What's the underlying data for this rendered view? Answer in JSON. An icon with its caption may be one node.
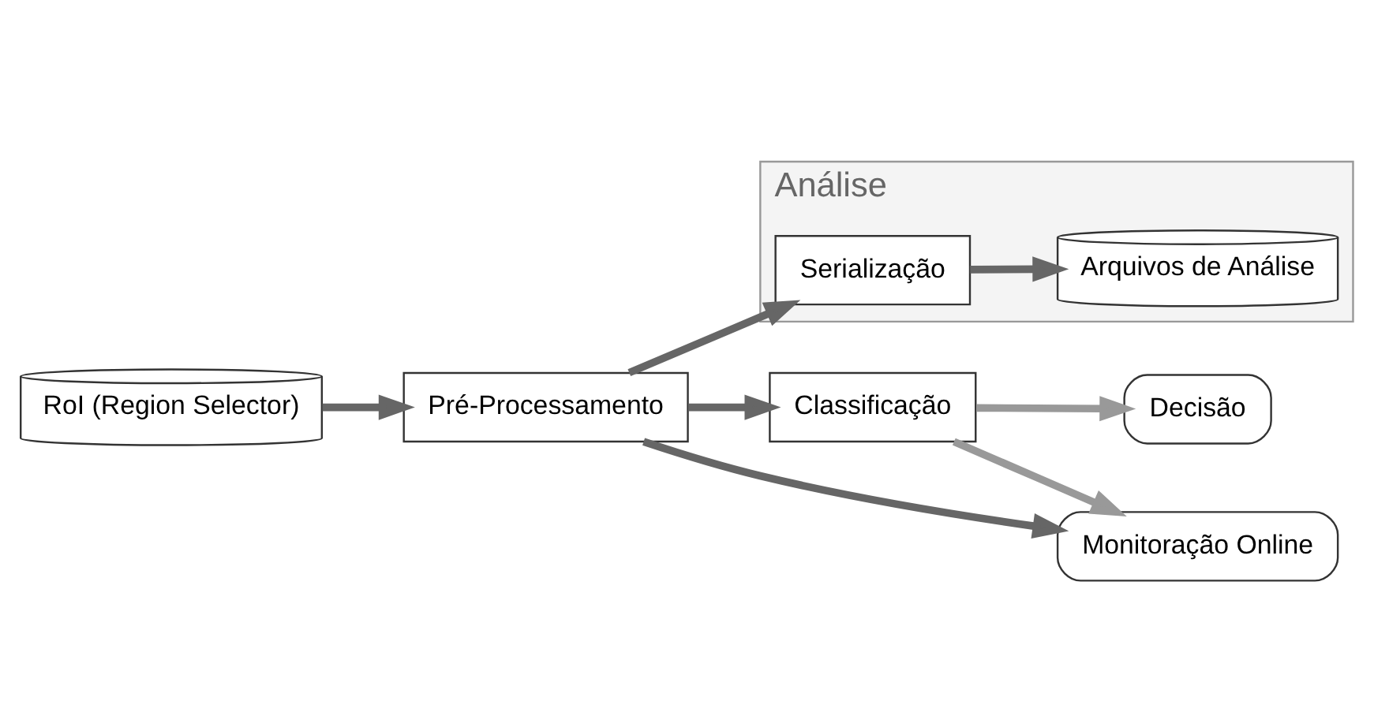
{
  "diagram": {
    "nodes": [
      {
        "text": [
          "Análise"
        ]
      },
      {
        "text": [
          "Serialização"
        ],
        "in": 0
      },
      {
        "text": [
          "Arquivos de Análise"
        ],
        "in": 0
      },
      {
        "text": [
          "RoI (Region Selector)"
        ]
      },
      {
        "text": [
          "Pré-Processamento"
        ]
      },
      {
        "text": [
          "Classificação"
        ]
      },
      {
        "text": [
          "Decisão"
        ]
      },
      {
        "text": [
          "Monitoração Online"
        ]
      }
    ],
    "edges": [
      {
        "from": 3,
        "to": 4,
        "arrow": "to"
      },
      {
        "from": 4,
        "to": 5,
        "arrow": "to"
      },
      {
        "from": 4,
        "to": 1,
        "arrow": "to"
      },
      {
        "from": 1,
        "to": 2,
        "arrow": "to"
      },
      {
        "from": 5,
        "to": 6,
        "arrow": "to",
        "color": "#999999"
      },
      {
        "from": 4,
        "to": 7,
        "arrow": "to"
      },
      {
        "from": 5,
        "to": 7,
        "arrow": "to",
        "color": "#999999"
      }
    ]
  }
}
